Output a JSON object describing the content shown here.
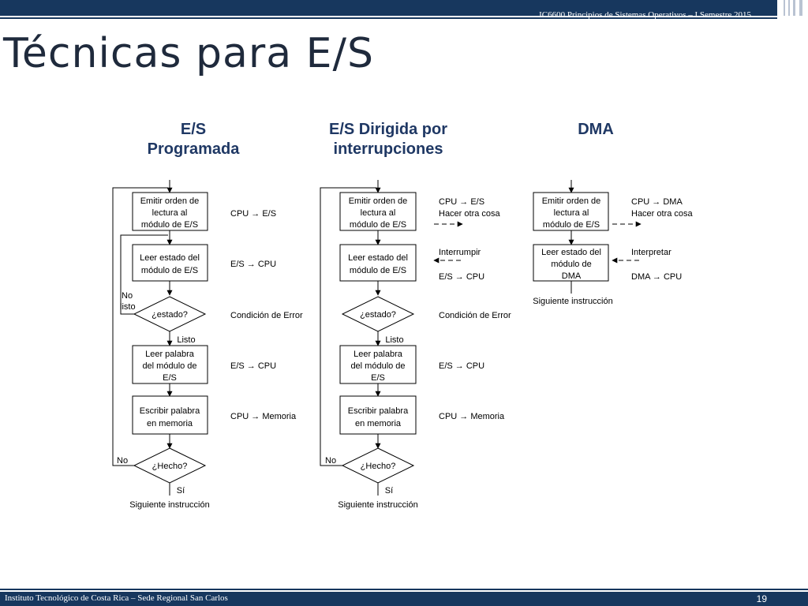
{
  "header": {
    "course": "IC6600 Principios de Sistemas Operativos – I Semestre 2015"
  },
  "title": "Técnicas para E/S",
  "columns": {
    "programada": {
      "heading": [
        "E/S",
        "Programada"
      ]
    },
    "interrupciones": {
      "heading": [
        "E/S Dirigida por",
        "interrupciones"
      ]
    },
    "dma": {
      "heading": [
        "DMA"
      ]
    }
  },
  "flow": {
    "emitir": [
      "Emitir orden de",
      "lectura al",
      "módulo de E/S"
    ],
    "leer_estado": [
      "Leer estado del",
      "módulo de E/S"
    ],
    "leer_estado_dma": [
      "Leer estado del",
      "módulo de",
      "DMA"
    ],
    "estado": "¿estado?",
    "leer_palabra": [
      "Leer palabra",
      "del módulo de",
      "E/S"
    ],
    "escribir": [
      "Escribir palabra",
      "en memoria"
    ],
    "hecho": "¿Hecho?",
    "no": "No",
    "listo": "Listo",
    "no_listo": [
      "No",
      "listo"
    ],
    "si": "Sí",
    "siguiente": "Siguiente instrucción",
    "cpu_es": "CPU → E/S",
    "es_cpu": "E/S → CPU",
    "condicion_error": "Condición de Error",
    "cpu_memoria": "CPU → Memoria",
    "hacer_otra": "Hacer otra cosa",
    "interrumpir": "Interrumpir",
    "cpu_dma": "CPU → DMA",
    "interpretar": "Interpretar",
    "dma_cpu": "DMA → CPU"
  },
  "footer": {
    "institution": "Instituto Tecnológico de Costa Rica – Sede Regional San Carlos",
    "page": "19"
  }
}
